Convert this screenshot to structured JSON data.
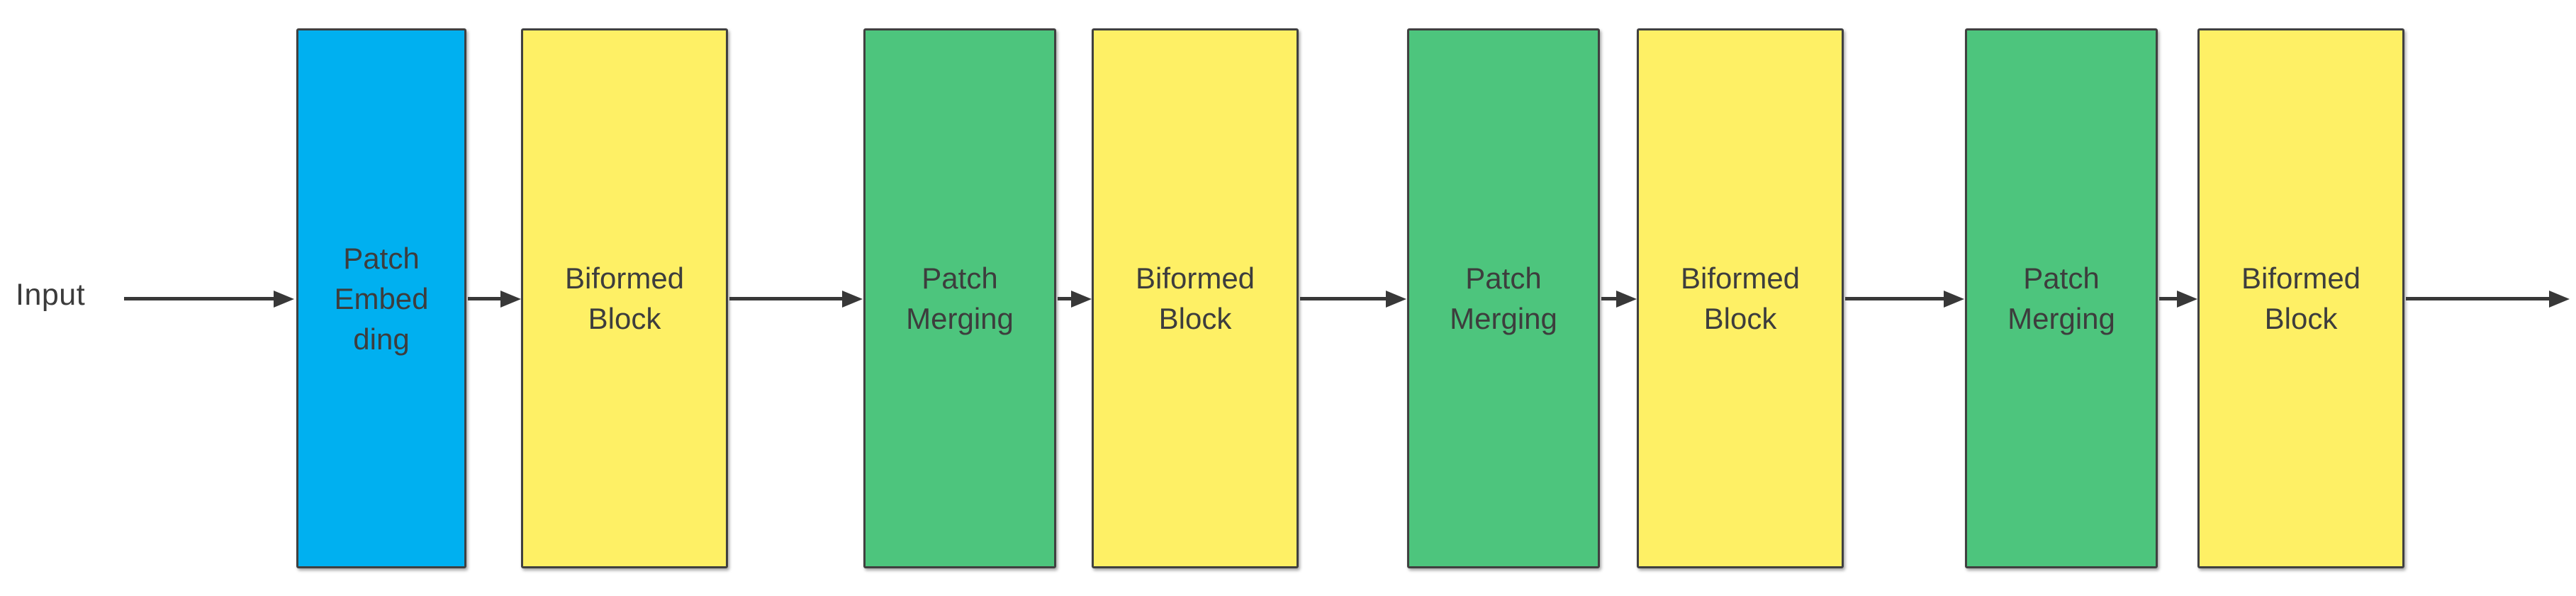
{
  "diagram": {
    "input_label": "Input",
    "blocks": [
      {
        "name": "patch-embedding",
        "color": "#00B0F0",
        "lines": [
          "Patch",
          "Embed",
          "ding"
        ]
      },
      {
        "name": "biformed-block-1",
        "color": "#FEF065",
        "lines": [
          "Biformed",
          "Block"
        ]
      },
      {
        "name": "patch-merging-1",
        "color": "#4DC57D",
        "lines": [
          "Patch",
          "Merging"
        ]
      },
      {
        "name": "biformed-block-2",
        "color": "#FEF065",
        "lines": [
          "Biformed",
          "Block"
        ]
      },
      {
        "name": "patch-merging-2",
        "color": "#4DC57D",
        "lines": [
          "Patch",
          "Merging"
        ]
      },
      {
        "name": "biformed-block-3",
        "color": "#FEF065",
        "lines": [
          "Biformed",
          "Block"
        ]
      },
      {
        "name": "patch-merging-3",
        "color": "#4DC57D",
        "lines": [
          "Patch",
          "Merging"
        ]
      },
      {
        "name": "biformed-block-4",
        "color": "#FEF065",
        "lines": [
          "Biformed",
          "Block"
        ]
      }
    ],
    "colors": {
      "embedding_blue": "#00B0F0",
      "block_yellow": "#FEF065",
      "merging_green": "#4DC57D",
      "arrow_dark": "#383838",
      "text_dark": "#3D3D3D",
      "background": "#FFFFFF"
    },
    "flow_arrow_count": 9
  }
}
